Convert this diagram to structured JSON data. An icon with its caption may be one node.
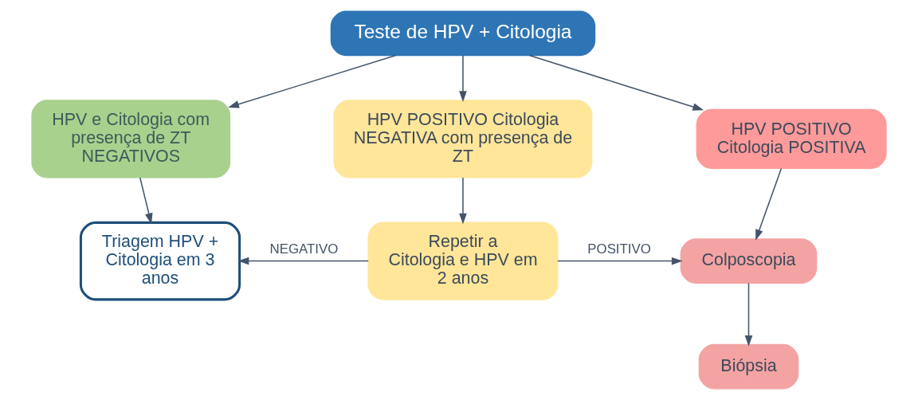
{
  "diagram": {
    "nodes": [
      {
        "text": [
          "Teste de HPV + Citologia"
        ]
      },
      {
        "text": [
          "HPV e Citologia com presença de ZT NEGATIVOS"
        ]
      },
      {
        "text": [
          "HPV POSITIVO Citologia NEGATIVA com presença de ZT"
        ]
      },
      {
        "text": [
          "HPV POSITIVO Citologia POSITIVA"
        ]
      },
      {
        "text": [
          "Triagem HPV + Citologia em 3 anos"
        ]
      },
      {
        "text": [
          "Repetir a Citologia e HPV em 2 anos"
        ]
      },
      {
        "text": [
          "Colposcopia"
        ]
      },
      {
        "text": [
          "Biópsia"
        ]
      }
    ],
    "edges": [
      {
        "from": 0,
        "to": 1,
        "arrow": "to"
      },
      {
        "from": 0,
        "to": 2,
        "arrow": "to"
      },
      {
        "from": 0,
        "to": 3,
        "arrow": "to"
      },
      {
        "from": 1,
        "to": 4,
        "arrow": "to"
      },
      {
        "from": 2,
        "to": 5,
        "arrow": "to"
      },
      {
        "from": 3,
        "to": 6,
        "arrow": "to"
      },
      {
        "from": 5,
        "to": 4,
        "label": "NEGATIVO",
        "arrow": "to"
      },
      {
        "from": 5,
        "to": 6,
        "label": "POSITIVO",
        "arrow": "to"
      },
      {
        "from": 6,
        "to": 7,
        "arrow": "to"
      }
    ]
  }
}
